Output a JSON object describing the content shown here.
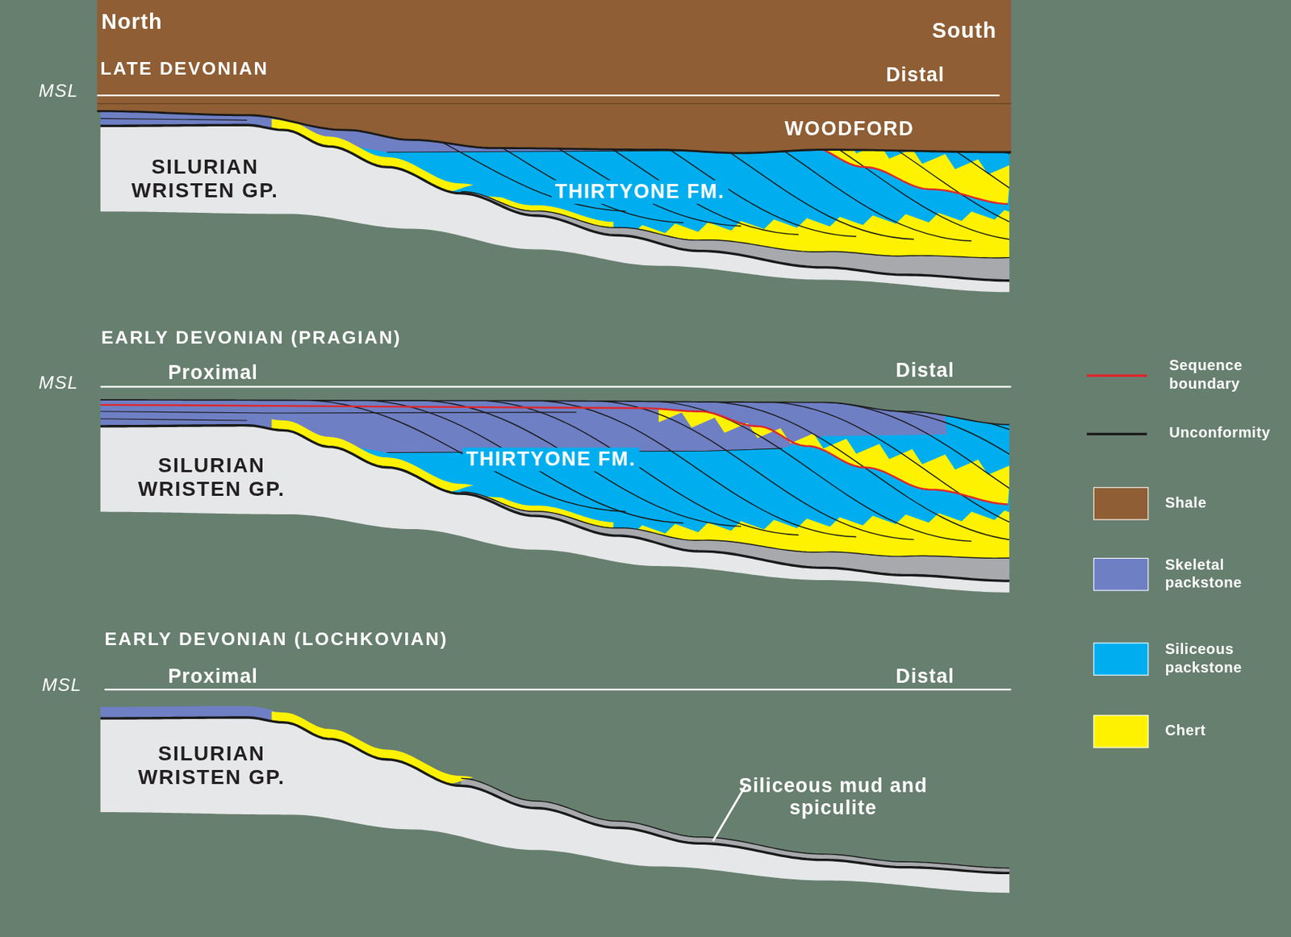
{
  "diagram": {
    "labels": [
      "North",
      "South",
      "LATE DEVONIAN",
      "MSL",
      "Distal",
      "WOODFORD",
      "SILURIAN WRISTEN GP.",
      "THIRTYONE FM.",
      "EARLY DEVONIAN (PRAGIAN)",
      "MSL",
      "Proximal",
      "Distal",
      "SILURIAN WRISTEN GP.",
      "THIRTYONE FM.",
      "EARLY DEVONIAN (LOCHKOVIAN)",
      "MSL",
      "Proximal",
      "Distal",
      "SILURIAN WRISTEN GP.",
      "Siliceous mud and spiculite"
    ],
    "legend": [
      {
        "text": "Sequence boundary"
      },
      {
        "text": "Unconformity"
      },
      {
        "text": "Shale",
        "color": "#8f5e34"
      },
      {
        "text": "Skeletal packstone",
        "color": "#6f7fc4"
      },
      {
        "text": "Siliceous packstone",
        "color": "#00aeef"
      },
      {
        "text": "Chert",
        "color": "#fff200"
      }
    ]
  }
}
